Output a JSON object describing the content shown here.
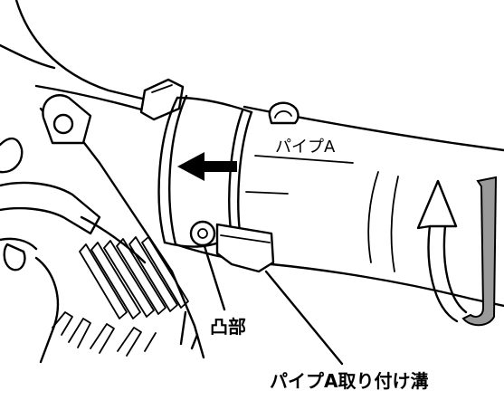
{
  "diagram": {
    "labels": {
      "pipe_label": "パイプA",
      "protrusion_label": "凸部",
      "groove_label": "パイプA取り付け溝"
    },
    "colors": {
      "line": "#000000",
      "background": "#ffffff",
      "rotation_band": "#9a9a9a"
    },
    "icons": {
      "push_direction": "arrow-left-icon",
      "rotation": "rotate-arrow-icon"
    }
  }
}
